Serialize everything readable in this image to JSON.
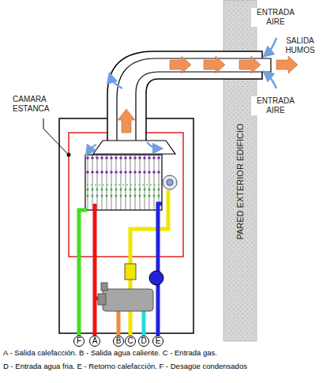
{
  "diagram": {
    "nodes": [
      {
        "text": [
          "PARED EXTERIOR EDIFICIO"
        ]
      },
      {
        "text": [
          "F"
        ]
      },
      {
        "text": [
          "A"
        ]
      },
      {
        "text": [
          "B"
        ]
      },
      {
        "text": [
          "C"
        ]
      },
      {
        "text": [
          "D"
        ]
      },
      {
        "text": [
          "E"
        ]
      }
    ],
    "labels": [
      "ENTRADA AIRE",
      "SALIDA HUMOS",
      "ENTRADA AIRE",
      "CAMARA ESTANCA",
      "A - Salida calefacción. B - Salida agua caliente. C - Entrada gas.",
      "D - Entrada agua fria. E - Retorno calefacción. F - Desagüe condensados"
    ]
  }
}
